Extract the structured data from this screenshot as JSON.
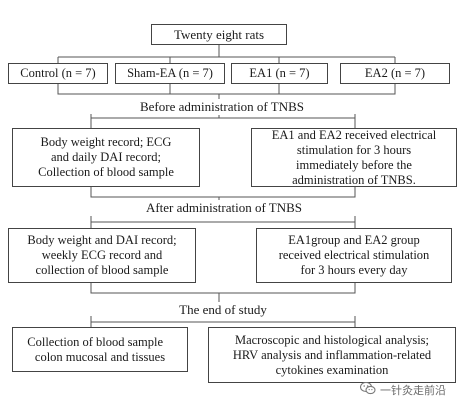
{
  "top": {
    "text": "Twenty eight rats"
  },
  "groups": [
    {
      "label": "Control  (n = 7)"
    },
    {
      "label": "Sham-EA (n = 7)"
    },
    {
      "label": "EA1 (n = 7)"
    },
    {
      "label": "EA2 (n = 7)"
    }
  ],
  "stage1": {
    "title": "Before administration of TNBS",
    "left": [
      "Body weight record; ECG",
      "and daily DAI record;",
      "Collection of blood sample"
    ],
    "right": [
      "EA1 and EA2 received electrical",
      "stimulation for 3 hours",
      "immediately before the",
      "administration of TNBS."
    ]
  },
  "stage2": {
    "title": "After administration of TNBS",
    "left": [
      "Body weight  and DAI record;",
      "weekly ECG record and",
      "collection of blood sample"
    ],
    "right": [
      "EA1group and EA2 group",
      "received electrical stimulation",
      "for 3 hours every day"
    ]
  },
  "stage3": {
    "title": "The end of study",
    "left": [
      "Collection of blood sample\u0000",
      "colon mucosal and tissues"
    ],
    "right": [
      "Macroscopic and histological analysis;",
      "HRV analysis and inflammation-related",
      "cytokines  examination"
    ]
  },
  "watermark": {
    "text": "一针灸走前沿",
    "icon": "wechat-icon"
  }
}
